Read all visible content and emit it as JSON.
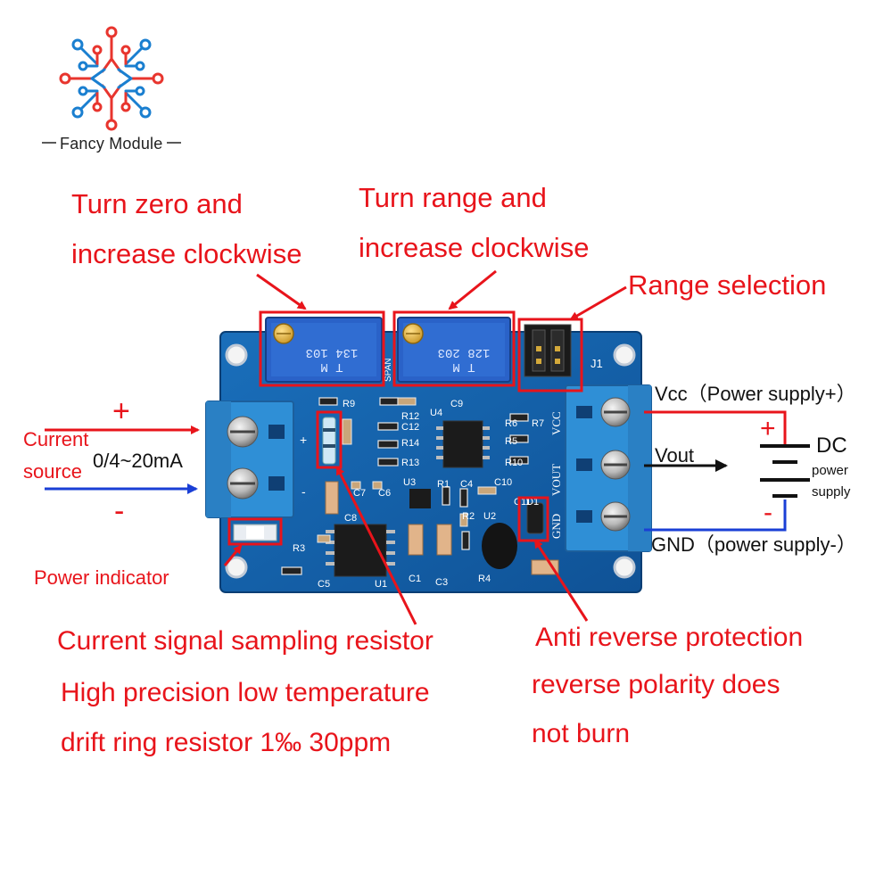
{
  "brand": {
    "name": "Fancy Module",
    "logo_icon": "circuit-node-logo",
    "colors": {
      "red": "#e8352e",
      "blue": "#1a7fd0"
    }
  },
  "annotations": {
    "zero_line1": "Turn zero and",
    "zero_line2": "increase clockwise",
    "range_line1": "Turn range and",
    "range_line2": "increase clockwise",
    "range_selection": "Range selection",
    "current_label_line1": "Current",
    "current_label_line2": "source",
    "current_range": "0/4~20mA",
    "plus": "+",
    "minus": "-",
    "power_indicator": "Power indicator",
    "vcc": "Vcc（Power supply+）",
    "vout": "Vout",
    "gnd": "GND（power supply-）",
    "dc": "DC",
    "dc_sub1": "power",
    "dc_sub2": "supply",
    "sampling_line1": "Current signal sampling resistor",
    "sampling_line2": "High precision low temperature",
    "sampling_line3": "drift ring resistor 1‰ 30ppm",
    "protection_line1": "Anti reverse protection",
    "protection_line2": "reverse polarity does",
    "protection_line3": "not burn"
  },
  "board": {
    "pot_left_code": "134  103",
    "pot_left_mark": "T  M",
    "pot_right_code": "128  203",
    "pot_right_mark": "T  M",
    "jumper_label": "J1",
    "span_label": "SPAN",
    "silk_vcc": "VCC",
    "silk_vout": "VOUT",
    "silk_gnd": "GND",
    "components": [
      "R9",
      "R12",
      "C9",
      "U4",
      "C12",
      "R14",
      "R13",
      "R6",
      "R5",
      "R7",
      "R10",
      "C10",
      "C7",
      "C6",
      "U3",
      "R1",
      "C4",
      "C11",
      "R3",
      "C8",
      "R2",
      "U2",
      "C5",
      "U1",
      "C1",
      "C3",
      "R4",
      "D1"
    ],
    "colors": {
      "pcb": "#1462a8",
      "pcb_dark": "#0d4a86",
      "terminal": "#2f8fd6",
      "pot": "#2a62c8",
      "highlight": "#e8141b",
      "arrow_blue": "#1a3fd6"
    }
  }
}
